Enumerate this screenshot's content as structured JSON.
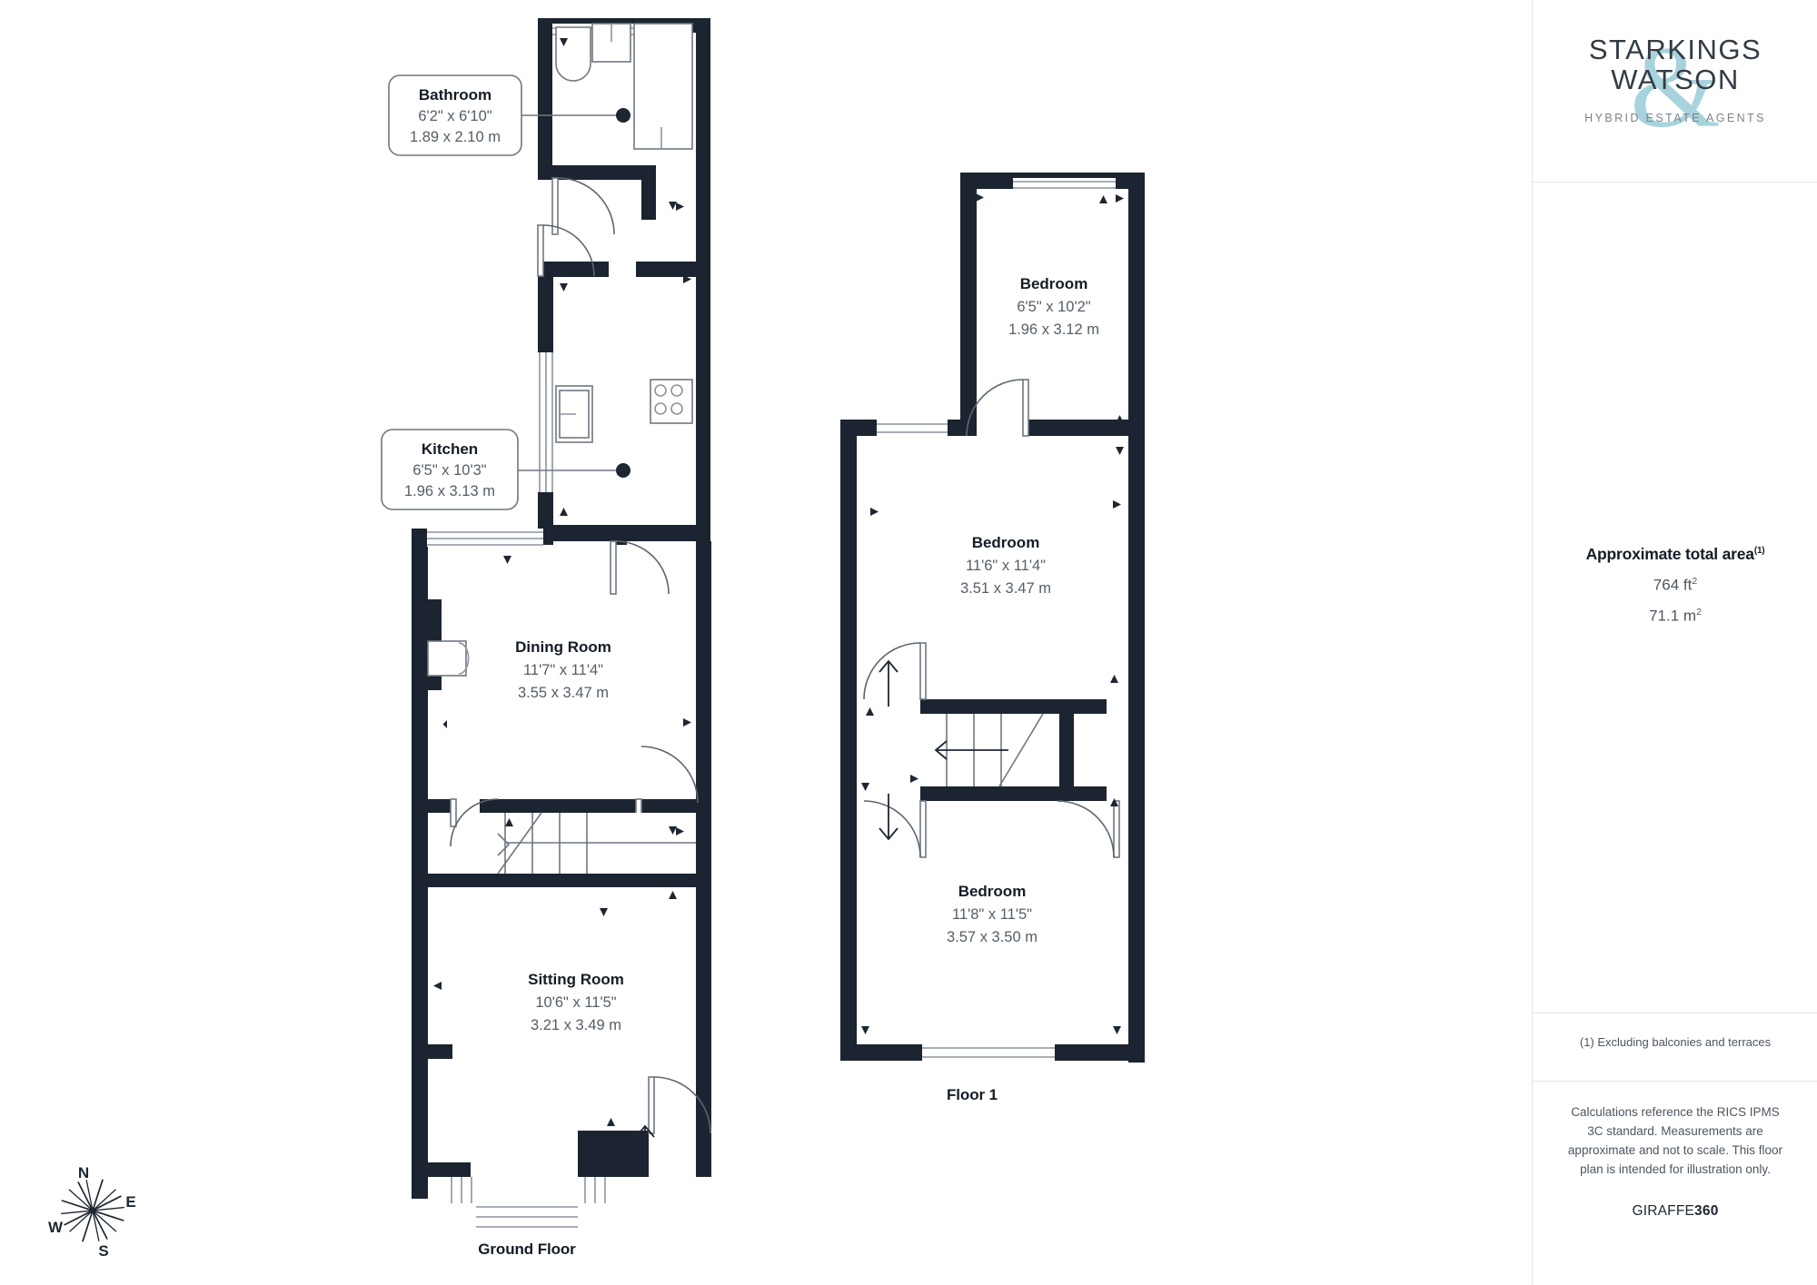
{
  "brand": {
    "logo_line1": "STARKINGS",
    "logo_line2": "WATSON",
    "logo_ampersand": "&",
    "logo_tagline": "HYBRID ESTATE AGENTS",
    "accent_color": "#a8d3dc",
    "wall_color": "#1b2430",
    "text_color": "#141c26",
    "muted_color": "#545d68"
  },
  "area": {
    "title": "Approximate total area",
    "title_note": "(1)",
    "imperial": "764 ft",
    "imperial_unit": "2",
    "metric": "71.1 m",
    "metric_unit": "2"
  },
  "notes": {
    "exclusion": "(1) Excluding balconies and terraces",
    "disclaimer": "Calculations reference the RICS IPMS 3C standard. Measurements are approximate and not to scale. This floor plan is intended for illustration only.",
    "provider_prefix": "GIRAFFE",
    "provider_suffix": "360"
  },
  "compass": {
    "north": "N",
    "east": "E",
    "south": "S",
    "west": "W"
  },
  "floors": [
    {
      "id": "ground",
      "caption": "Ground Floor",
      "rooms": [
        {
          "name": "Bathroom",
          "imperial": "6'2\" x 6'10\"",
          "metric": "1.89 x 2.10 m",
          "callout": true
        },
        {
          "name": "Kitchen",
          "imperial": "6'5\" x 10'3\"",
          "metric": "1.96 x 3.13 m",
          "callout": true
        },
        {
          "name": "Dining Room",
          "imperial": "11'7\" x 11'4\"",
          "metric": "3.55 x 3.47 m",
          "callout": false
        },
        {
          "name": "Sitting Room",
          "imperial": "10'6\" x 11'5\"",
          "metric": "3.21 x 3.49 m",
          "callout": false
        }
      ]
    },
    {
      "id": "first",
      "caption": "Floor 1",
      "rooms": [
        {
          "name": "Bedroom",
          "imperial": "6'5\" x 10'2\"",
          "metric": "1.96 x 3.12 m",
          "callout": false
        },
        {
          "name": "Bedroom",
          "imperial": "11'6\" x 11'4\"",
          "metric": "3.51 x 3.47 m",
          "callout": false
        },
        {
          "name": "Bedroom",
          "imperial": "11'8\" x 11'5\"",
          "metric": "3.57 x 3.50 m",
          "callout": false
        }
      ]
    }
  ]
}
